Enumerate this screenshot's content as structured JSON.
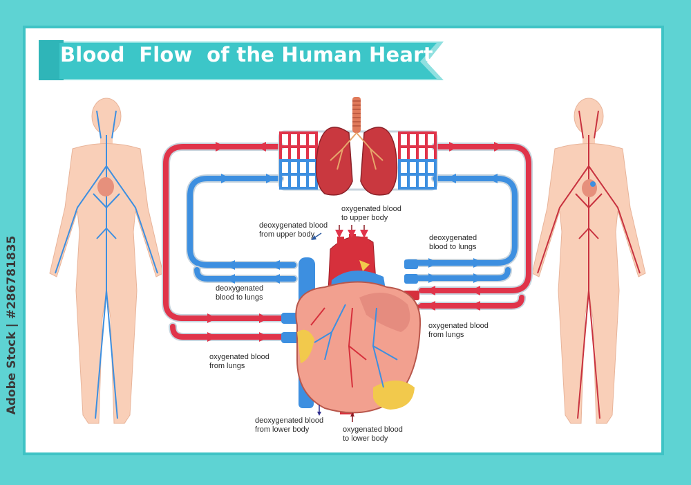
{
  "title": "Blood  Flow  of the Human Heart",
  "stock_id": "Adobe Stock | #286781835",
  "labels": {
    "oxy_upper_1": "oxygenated blood",
    "oxy_upper_2": "to upper body",
    "deoxy_upper_1": "deoxygenated blood",
    "deoxy_upper_2": "from upper body",
    "deoxy_lungs_right_1": "deoxygenated",
    "deoxy_lungs_right_2": "blood to lungs",
    "deoxy_lungs_left_1": "deoxygenated",
    "deoxy_lungs_left_2": "blood to lungs",
    "oxy_lungs_right_1": "oxygenated blood",
    "oxy_lungs_right_2": "from lungs",
    "oxy_lungs_left_1": "oxygenated blood",
    "oxy_lungs_left_2": "from lungs",
    "deoxy_lower_1": "deoxygenated blood",
    "deoxy_lower_2": "from lower body",
    "oxy_lower_1": "oxygenated blood",
    "oxy_lower_2": "to lower body"
  },
  "colors": {
    "background": "#5ed3d3",
    "panel_border": "#3fc3c5",
    "title_banner": "#3cc6c8",
    "oxygenated": "#e0344a",
    "deoxygenated": "#3d8fe0",
    "skin": "#f9cfb8",
    "lung": "#c9383f"
  },
  "icons": [
    "heart-illustration",
    "lungs-illustration",
    "venous-body-figure",
    "arterial-body-figure"
  ]
}
